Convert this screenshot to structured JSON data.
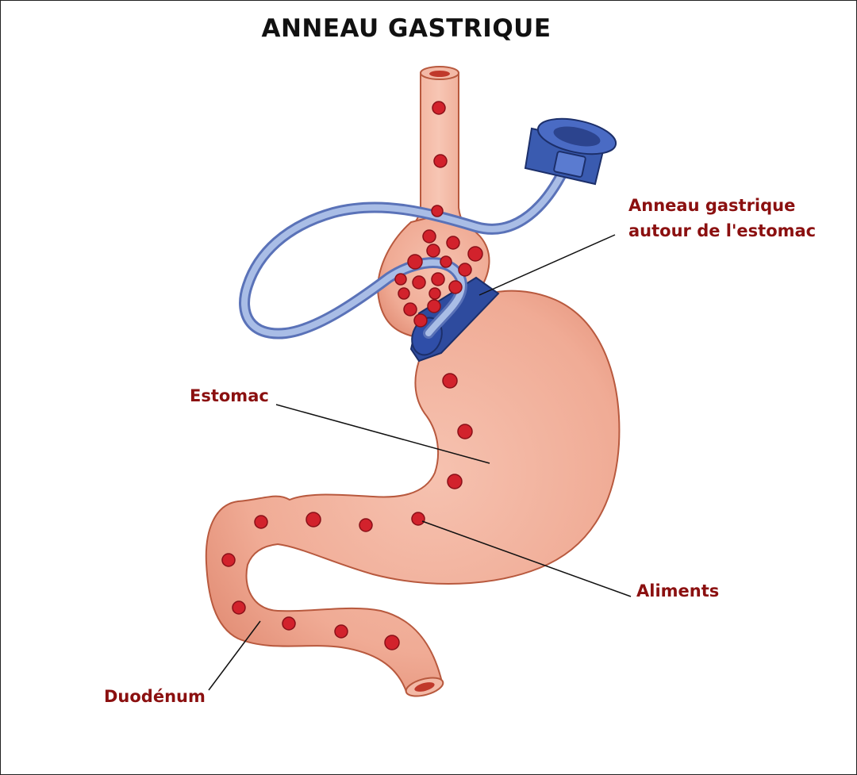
{
  "title": "ANNEAU GASTRIQUE",
  "labels": {
    "ring_line1": "Anneau gastrique",
    "ring_line2": "autour de l'estomac",
    "stomach": "Estomac",
    "food": "Aliments",
    "duodenum": "Duodénum"
  },
  "colors": {
    "tissue": "#f2b29e",
    "tissue_outline": "#b8593e",
    "tissue_shade": "#e29a84",
    "food": "#d2222c",
    "ring": "#2e4b9e",
    "tube": "#8fa7d8",
    "label_text": "#8b1010"
  }
}
